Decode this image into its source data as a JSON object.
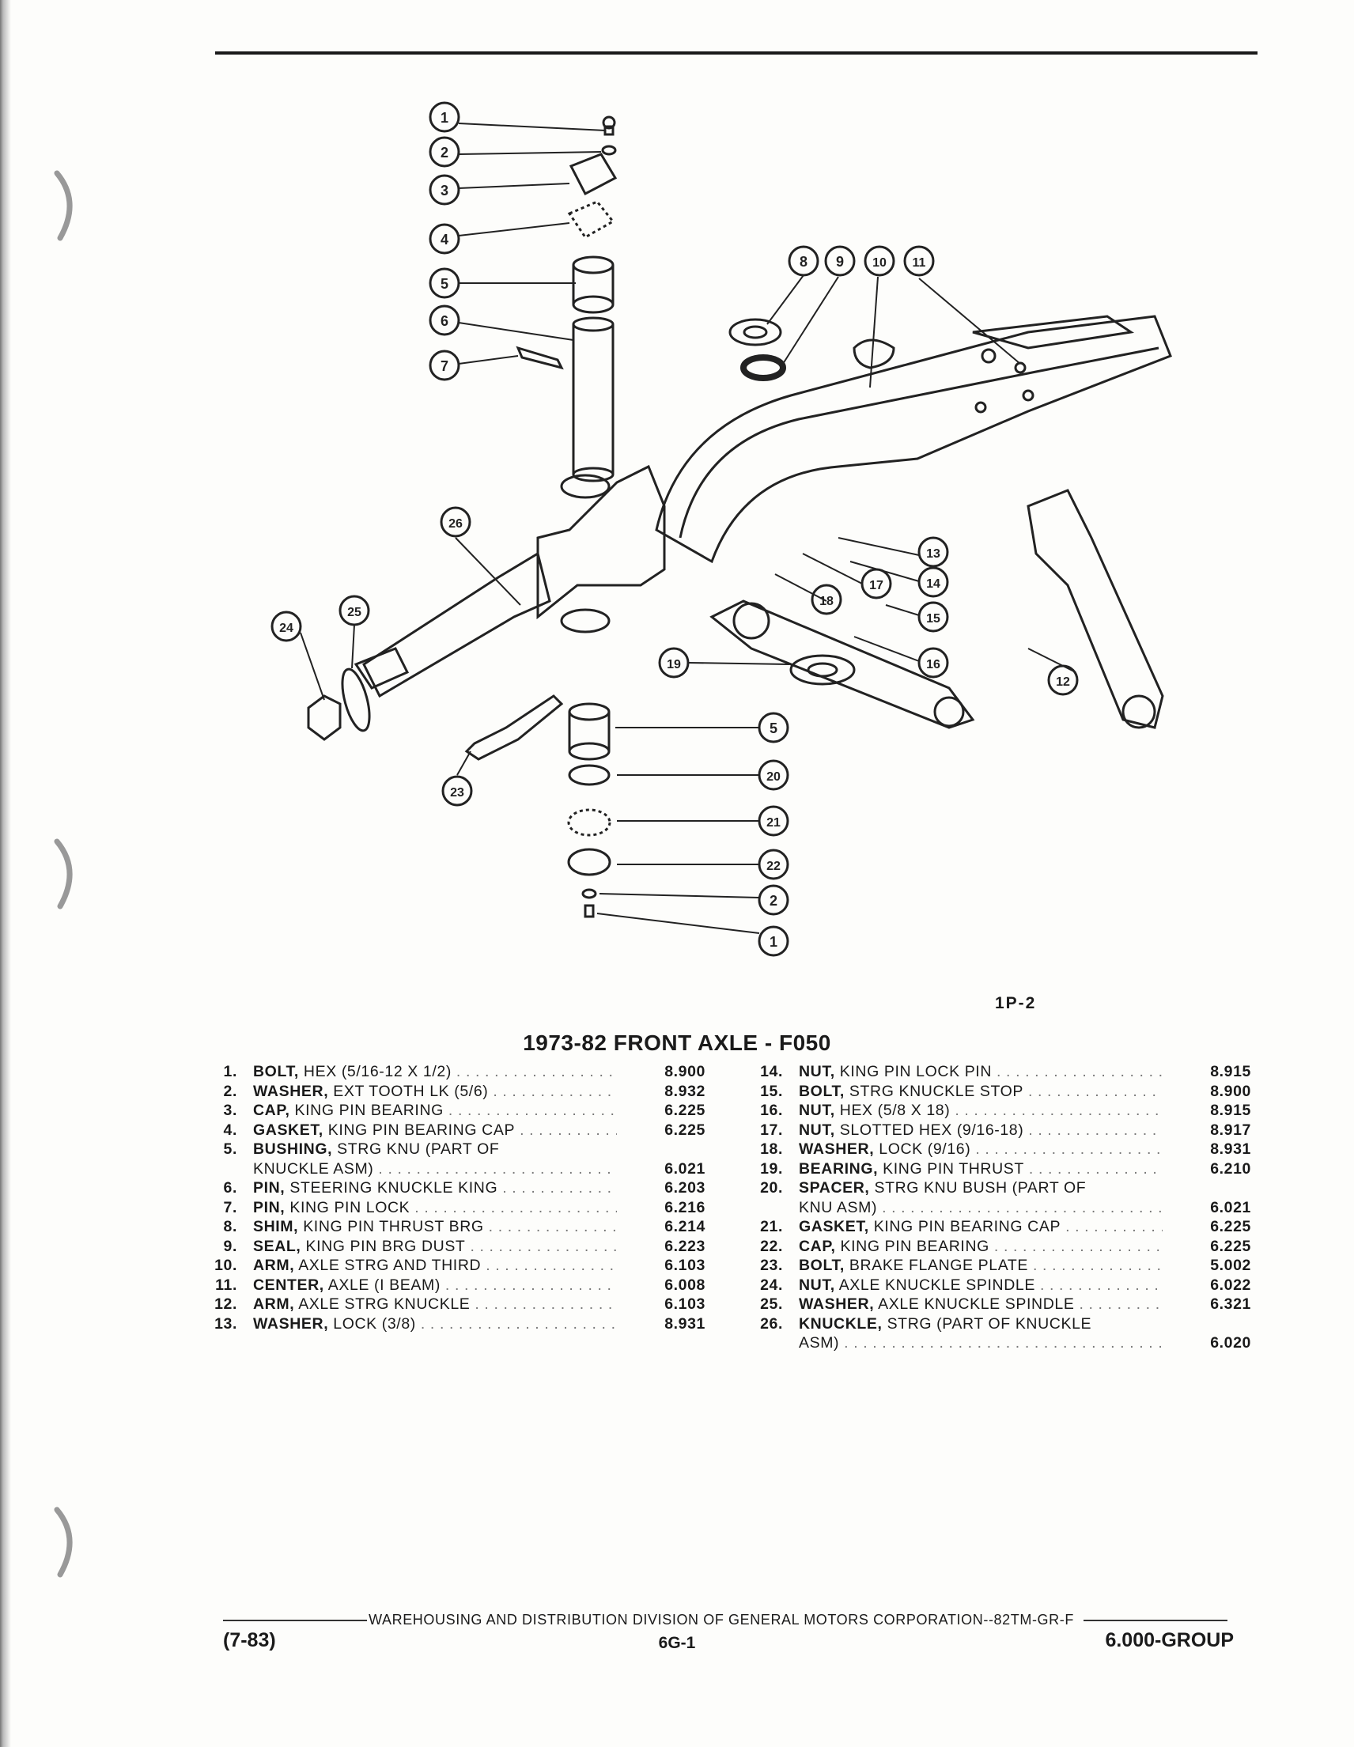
{
  "figure": {
    "id": "1P-2",
    "callouts": [
      "1",
      "2",
      "3",
      "4",
      "5",
      "6",
      "7",
      "8",
      "9",
      "10",
      "11",
      "13",
      "14",
      "15",
      "16",
      "17",
      "18",
      "26",
      "25",
      "24",
      "19",
      "5",
      "20",
      "23",
      "21",
      "22",
      "2",
      "1",
      "12"
    ]
  },
  "title": "1973-82 FRONT AXLE - F050",
  "parts_left": [
    {
      "n": "1.",
      "name": "BOLT,",
      "desc": "HEX (5/16-12 X 1/2)",
      "cont": "",
      "grp": "8.900"
    },
    {
      "n": "2.",
      "name": "WASHER,",
      "desc": "EXT TOOTH LK (5/6)",
      "cont": "",
      "grp": "8.932"
    },
    {
      "n": "3.",
      "name": "CAP,",
      "desc": "KING PIN BEARING",
      "cont": "",
      "grp": "6.225"
    },
    {
      "n": "4.",
      "name": "GASKET,",
      "desc": "KING PIN BEARING CAP",
      "cont": "",
      "grp": "6.225"
    },
    {
      "n": "5.",
      "name": "BUSHING,",
      "desc": "STRG KNU (PART OF",
      "cont": "KNUCKLE ASM)",
      "grp": "6.021"
    },
    {
      "n": "6.",
      "name": "PIN,",
      "desc": "STEERING KNUCKLE KING",
      "cont": "",
      "grp": "6.203"
    },
    {
      "n": "7.",
      "name": "PIN,",
      "desc": "KING PIN LOCK",
      "cont": "",
      "grp": "6.216"
    },
    {
      "n": "8.",
      "name": "SHIM,",
      "desc": "KING PIN THRUST BRG",
      "cont": "",
      "grp": "6.214"
    },
    {
      "n": "9.",
      "name": "SEAL,",
      "desc": "KING PIN BRG DUST",
      "cont": "",
      "grp": "6.223"
    },
    {
      "n": "10.",
      "name": "ARM,",
      "desc": "AXLE STRG AND THIRD",
      "cont": "",
      "grp": "6.103"
    },
    {
      "n": "11.",
      "name": "CENTER,",
      "desc": "AXLE (I BEAM)",
      "cont": "",
      "grp": "6.008"
    },
    {
      "n": "12.",
      "name": "ARM,",
      "desc": "AXLE STRG KNUCKLE",
      "cont": "",
      "grp": "6.103"
    },
    {
      "n": "13.",
      "name": "WASHER,",
      "desc": "LOCK (3/8)",
      "cont": "",
      "grp": "8.931"
    }
  ],
  "parts_right": [
    {
      "n": "14.",
      "name": "NUT,",
      "desc": "KING PIN LOCK PIN",
      "cont": "",
      "grp": "8.915"
    },
    {
      "n": "15.",
      "name": "BOLT,",
      "desc": "STRG KNUCKLE STOP",
      "cont": "",
      "grp": "8.900"
    },
    {
      "n": "16.",
      "name": "NUT,",
      "desc": "HEX (5/8 X 18)",
      "cont": "",
      "grp": "8.915"
    },
    {
      "n": "17.",
      "name": "NUT,",
      "desc": "SLOTTED HEX (9/16-18)",
      "cont": "",
      "grp": "8.917"
    },
    {
      "n": "18.",
      "name": "WASHER,",
      "desc": "LOCK (9/16)",
      "cont": "",
      "grp": "8.931"
    },
    {
      "n": "19.",
      "name": "BEARING,",
      "desc": "KING PIN THRUST",
      "cont": "",
      "grp": "6.210"
    },
    {
      "n": "20.",
      "name": "SPACER,",
      "desc": "STRG KNU BUSH (PART OF",
      "cont": "KNU ASM)",
      "grp": "6.021"
    },
    {
      "n": "21.",
      "name": "GASKET,",
      "desc": "KING PIN BEARING CAP",
      "cont": "",
      "grp": "6.225"
    },
    {
      "n": "22.",
      "name": "CAP,",
      "desc": "KING PIN BEARING",
      "cont": "",
      "grp": "6.225"
    },
    {
      "n": "23.",
      "name": "BOLT,",
      "desc": "BRAKE FLANGE PLATE",
      "cont": "",
      "grp": "5.002"
    },
    {
      "n": "24.",
      "name": "NUT,",
      "desc": "AXLE KNUCKLE SPINDLE",
      "cont": "",
      "grp": "6.022"
    },
    {
      "n": "25.",
      "name": "WASHER,",
      "desc": "AXLE KNUCKLE SPINDLE",
      "cont": "",
      "grp": "6.321"
    },
    {
      "n": "26.",
      "name": "KNUCKLE,",
      "desc": "STRG (PART OF KNUCKLE",
      "cont": "ASM)",
      "grp": "6.020"
    }
  ],
  "footer": {
    "division": "WAREHOUSING AND DISTRIBUTION DIVISION OF GENERAL MOTORS CORPORATION--82TM-GR-F",
    "date": "(7-83)",
    "page": "6G-1",
    "group": "6.000-GROUP"
  }
}
